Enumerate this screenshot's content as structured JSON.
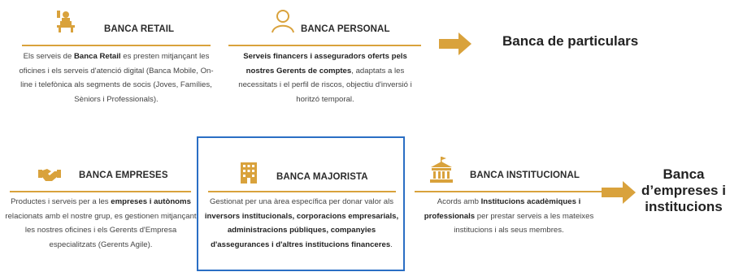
{
  "cards": {
    "retail": {
      "icon": "person-at-desk-icon",
      "title": "BANCA RETAIL",
      "body": [
        {
          "t": "Els serveis de ",
          "b": false
        },
        {
          "t": "Banca Retail",
          "b": true
        },
        {
          "t": " es presten mitjançant les oficines i els serveis d'atenció digital (Banca Mobile, On-line i telefònica als segments de socis (Joves, Famílies, Sèniors i Professionals).",
          "b": false
        }
      ]
    },
    "personal": {
      "icon": "user-icon",
      "title": "BANCA PERSONAL",
      "body": [
        {
          "t": "Serveis financers i asseguradors oferts pels nostres Gerents de comptes",
          "b": true
        },
        {
          "t": ", adaptats a les necessitats i el perfil de riscos, objectiu d'inversió i horitzó temporal.",
          "b": false
        }
      ]
    },
    "empreses": {
      "icon": "handshake-icon",
      "title": "BANCA EMPRESES",
      "body": [
        {
          "t": "Productes i serveis per a les ",
          "b": false
        },
        {
          "t": "empreses i autònoms",
          "b": true
        },
        {
          "t": " relacionats amb el nostre grup, es gestionen mitjançant les nostres oficines i els Gerents d'Empresa especialitzats (Gerents Agile).",
          "b": false
        }
      ]
    },
    "majorista": {
      "icon": "office-building-icon",
      "title": "BANCA MAJORISTA",
      "body": [
        {
          "t": "Gestionat per una àrea específica per donar valor als ",
          "b": false
        },
        {
          "t": "inversors institucionals, corporacions empresarials, administracions públiques, companyies d'assegurances i d'altres institucions financeres",
          "b": true
        },
        {
          "t": ".",
          "b": false
        }
      ]
    },
    "institucional": {
      "icon": "institution-building-icon",
      "title": "BANCA INSTITUCIONAL",
      "body": [
        {
          "t": "Acords amb ",
          "b": false
        },
        {
          "t": "Institucions acadèmiques i professionals",
          "b": true
        },
        {
          "t": " per prestar serveis a les mateixes institucions i als seus membres.",
          "b": false
        }
      ]
    }
  },
  "side_labels": {
    "particulars": "Banca de particulars",
    "empreses": "Banca d’empreses i institucions"
  },
  "colors": {
    "accent": "#d9a23c",
    "highlight_border": "#2a6ec4"
  }
}
